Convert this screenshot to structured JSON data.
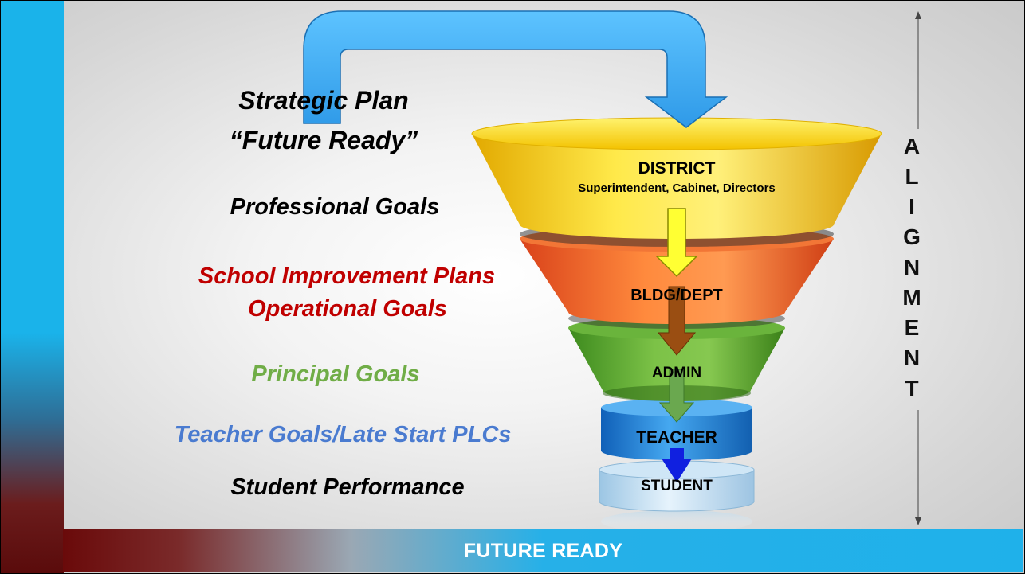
{
  "footer": {
    "label": "FUTURE READY"
  },
  "left_labels": {
    "strategic_plan": "Strategic Plan",
    "future_ready_quote": "“Future Ready”",
    "professional_goals": "Professional Goals",
    "school_improvement": "School Improvement Plans",
    "operational_goals": "Operational Goals",
    "principal_goals": "Principal Goals",
    "teacher_goals": "Teacher Goals/Late Start PLCs",
    "student_performance": "Student Performance"
  },
  "funnel": {
    "district_title": "DISTRICT",
    "district_subtitle": "Superintendent, Cabinet, Directors",
    "bldg_dept": "BLDG/DEPT",
    "admin": "ADMIN",
    "teacher": "TEACHER",
    "student": "STUDENT"
  },
  "alignment": {
    "letters": [
      "A",
      "L",
      "I",
      "G",
      "N",
      "M",
      "E",
      "N",
      "T"
    ]
  },
  "colors": {
    "accent_blue": "#1ab3ea",
    "maroon": "#6a0a0a",
    "red_text": "#c00000",
    "green_text": "#70ad47",
    "blue_text": "#4a7bd0",
    "funnel_yellow": "#f5d21a",
    "funnel_orange": "#f26b2a",
    "funnel_green": "#5ea833",
    "funnel_blue": "#1f82d6"
  },
  "icons": [
    "curved-arrow-icon",
    "down-arrow-icon",
    "double-arrow-icon"
  ]
}
